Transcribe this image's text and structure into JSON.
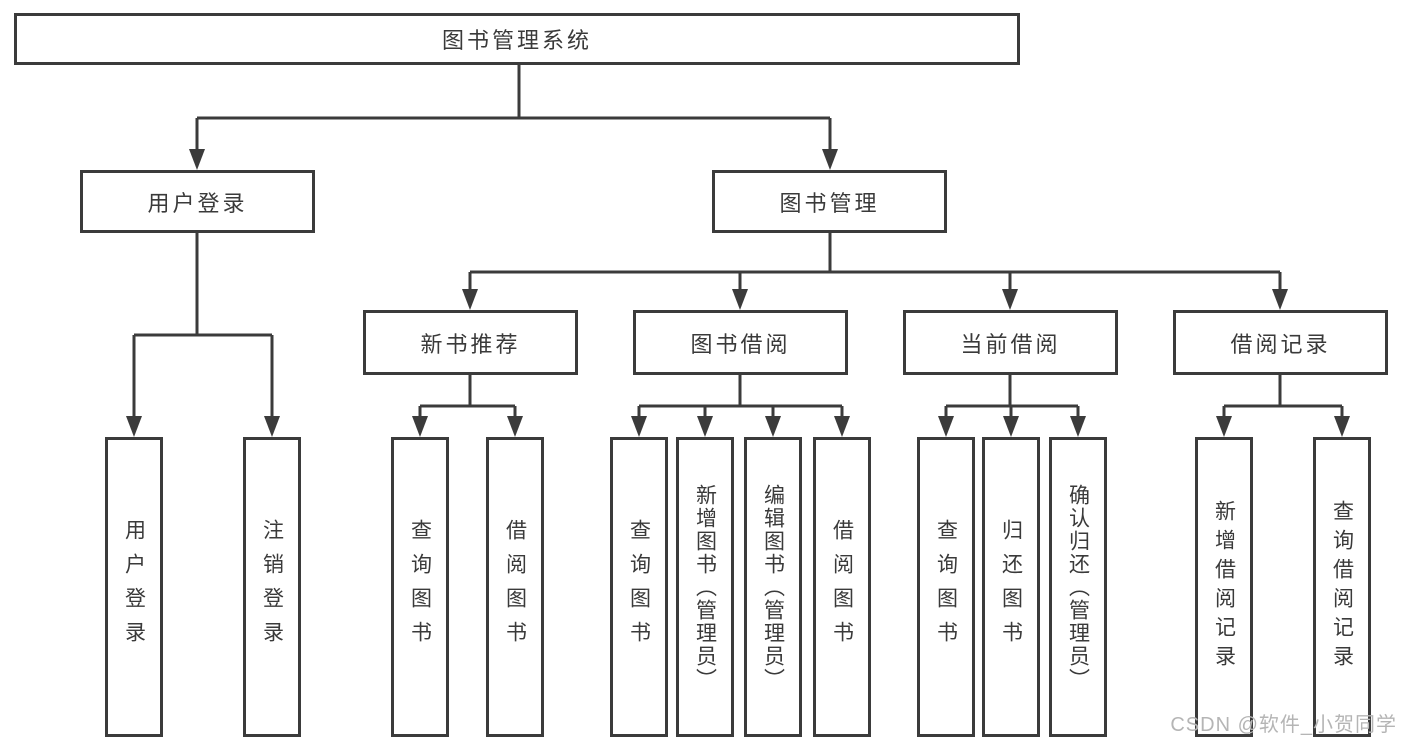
{
  "tree": {
    "root": {
      "label": "图书管理系统",
      "children": [
        {
          "label": "用户登录",
          "children": [
            {
              "label": "用户登录"
            },
            {
              "label": "注销登录"
            }
          ]
        },
        {
          "label": "图书管理",
          "children": [
            {
              "label": "新书推荐",
              "children": [
                {
                  "label": "查询图书"
                },
                {
                  "label": "借阅图书"
                }
              ]
            },
            {
              "label": "图书借阅",
              "children": [
                {
                  "label": "查询图书"
                },
                {
                  "label": "新增图书（管理员）"
                },
                {
                  "label": "编辑图书（管理员）"
                },
                {
                  "label": "借阅图书"
                }
              ]
            },
            {
              "label": "当前借阅",
              "children": [
                {
                  "label": "查询图书"
                },
                {
                  "label": "归还图书"
                },
                {
                  "label": "确认归还（管理员）"
                }
              ]
            },
            {
              "label": "借阅记录",
              "children": [
                {
                  "label": "新增借阅记录"
                },
                {
                  "label": "查询借阅记录"
                }
              ]
            }
          ]
        }
      ]
    }
  },
  "watermark": {
    "text": "CSDN @软件_小贺同学"
  },
  "colors": {
    "line": "#3b3b3b",
    "border": "#3b3b3b",
    "text": "#3a3a3a",
    "background": "#ffffff",
    "watermark": "#b5b5b5"
  }
}
